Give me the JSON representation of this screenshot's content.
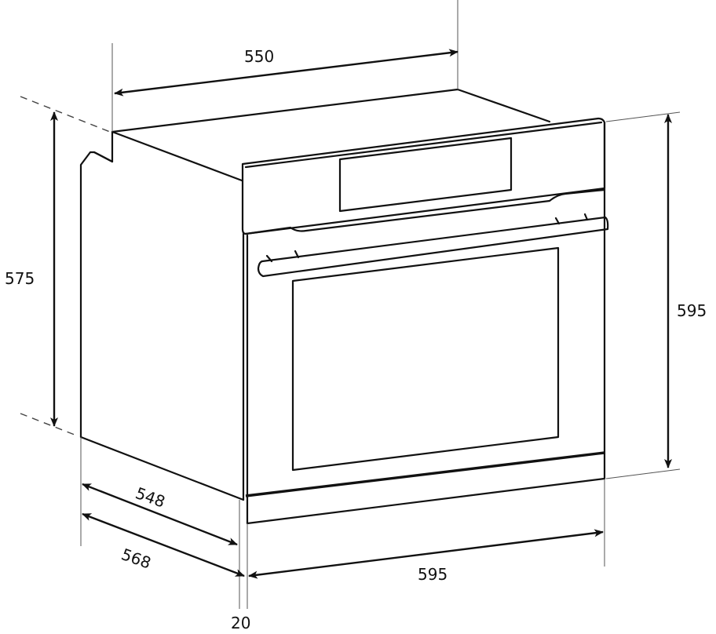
{
  "diagram": {
    "subject": "Built-in oven installation dimensions",
    "units": "mm",
    "dimensions": {
      "top_depth": "550",
      "body_height": "575",
      "front_height": "595",
      "side_depth": "548",
      "total_depth": "568",
      "front_width": "595",
      "front_panel_thickness": "20"
    },
    "colors": {
      "line": "#111111",
      "extension_line": "#555555",
      "background": "#ffffff"
    }
  }
}
